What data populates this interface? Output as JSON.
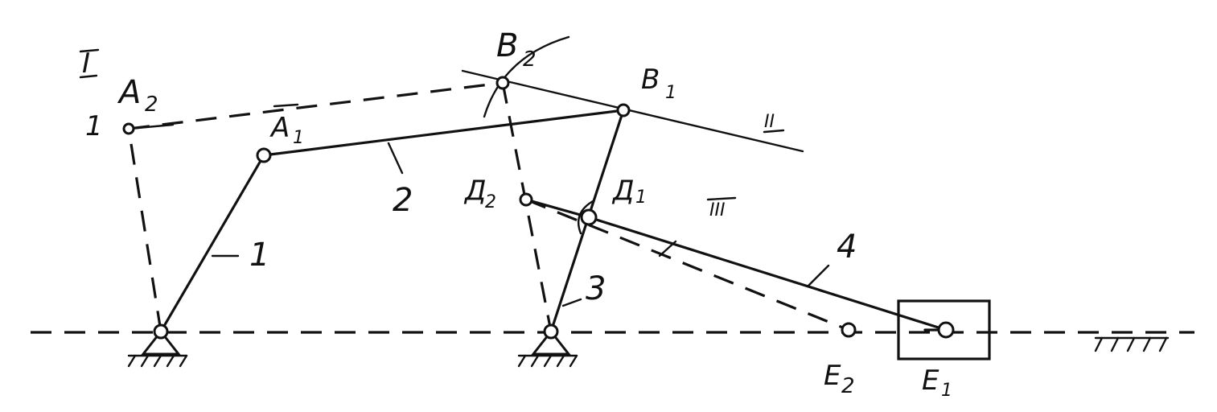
{
  "labels": {
    "A2": "A",
    "A2_sub": "2",
    "A1": "A",
    "A1_sub": "1",
    "B2": "B",
    "B2_sub": "2",
    "B1": "B",
    "B1_sub": "1",
    "D2": "Д",
    "D2_sub": "2",
    "D1": "Д",
    "D1_sub": "1",
    "E2": "E",
    "E2_sub": "2",
    "E1": "E",
    "E1_sub": "1",
    "link1": "1",
    "link2": "2",
    "link3": "3",
    "link4": "4",
    "pos_left_1": "1",
    "roman_I": "I",
    "roman_II": "II",
    "roman_III": "III"
  }
}
